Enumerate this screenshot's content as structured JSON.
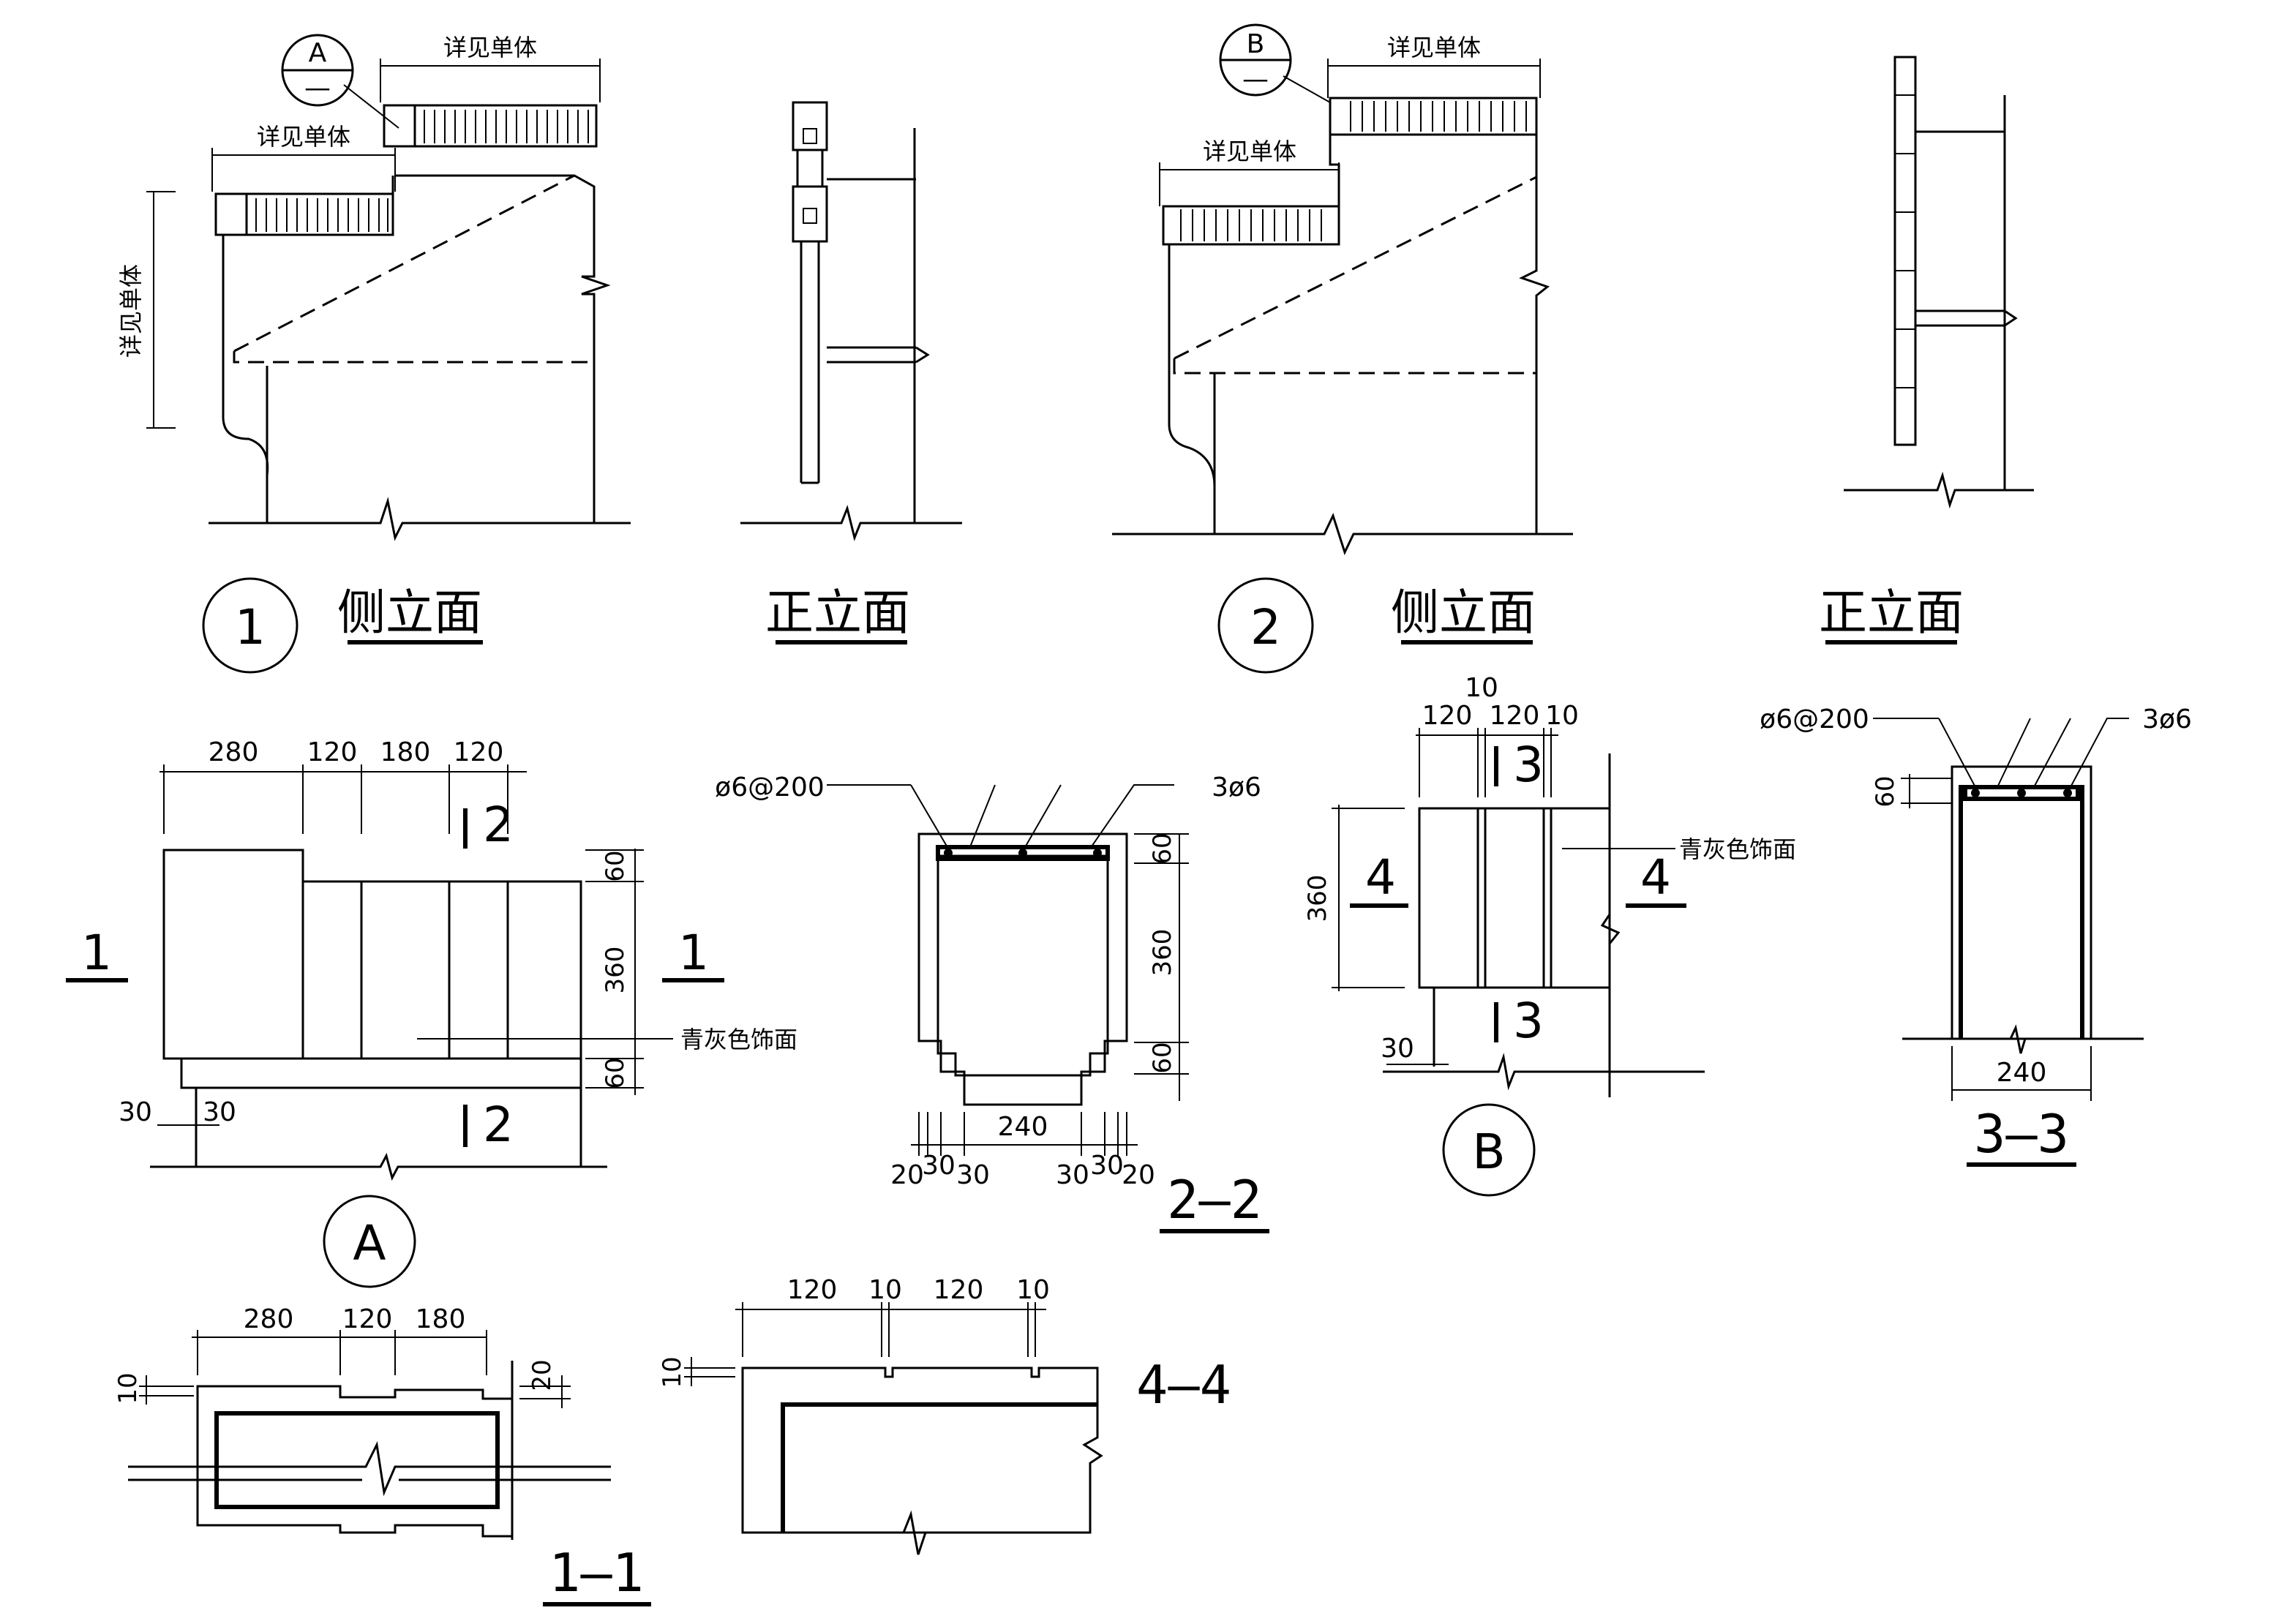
{
  "labels": {
    "detail_see": "详见单体",
    "side_elevation": "侧立面",
    "front_elevation": "正立面",
    "finish_note": "青灰色饰面",
    "rebar_stirrup": "ø6@200",
    "rebar_main": "3ø6"
  },
  "markers": {
    "callout_a": "A",
    "callout_b": "B",
    "callout_dash": "—",
    "elev_1": "1",
    "elev_2": "2",
    "detail_a": "A",
    "detail_b": "B"
  },
  "section_titles": {
    "s22": "2—2",
    "s33": "3—3",
    "s11": "1—1",
    "s44": "4—4"
  },
  "section_cuts": {
    "c1": "1",
    "c2": "2",
    "c3": "3",
    "c4": "4"
  },
  "dims": {
    "a_top": [
      "280",
      "120",
      "180",
      "120"
    ],
    "a_side": [
      "60",
      "360",
      "60"
    ],
    "a_bottom": [
      "30",
      "30"
    ],
    "s22_side": [
      "60",
      "360",
      "60"
    ],
    "s22_bottom": [
      "240"
    ],
    "s22_bottom_left": [
      "20",
      "30",
      "30"
    ],
    "s22_bottom_right": [
      "30",
      "30",
      "20"
    ],
    "b_top": [
      "10",
      "120",
      "120",
      "10"
    ],
    "b_side": [
      "360"
    ],
    "b_bottom": [
      "30"
    ],
    "s33_side": [
      "60"
    ],
    "s33_bottom": [
      "240"
    ],
    "s11_top": [
      "280",
      "120",
      "180"
    ],
    "s11_side": [
      "10",
      "20"
    ],
    "s44_top": [
      "120",
      "10",
      "120",
      "10"
    ],
    "s44_side": [
      "10"
    ]
  }
}
